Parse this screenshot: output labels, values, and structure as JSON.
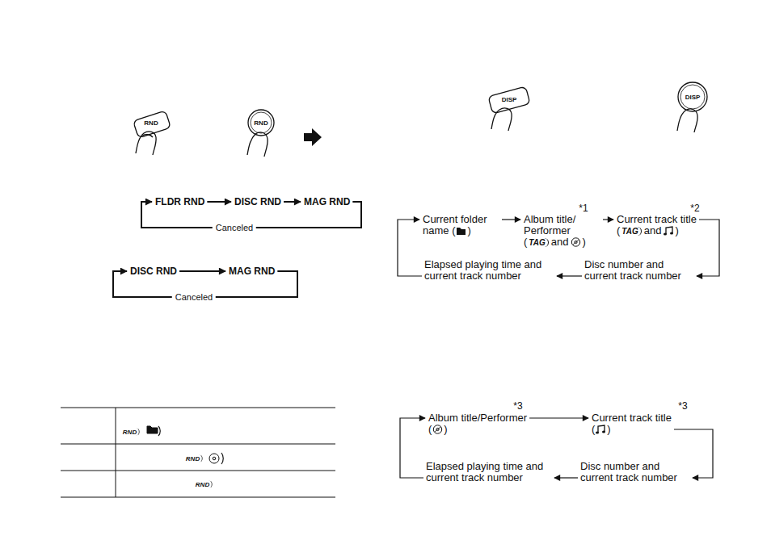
{
  "diagram": {
    "nodes": [
      {
        "text": [
          "FLDR RND"
        ]
      },
      {
        "text": [
          "DISC RND"
        ]
      },
      {
        "text": [
          "MAG RND"
        ]
      },
      {
        "text": [
          "DISC RND"
        ]
      },
      {
        "text": [
          "MAG RND"
        ]
      },
      {
        "text": [
          "Current folder name (",
          ")"
        ]
      },
      {
        "text": [
          "Album title/ Performer",
          "(",
          "TAG",
          "and",
          ")"
        ]
      },
      {
        "text": [
          "Current track title",
          "(",
          "TAG",
          "and",
          ")"
        ]
      },
      {
        "text": [
          "Disc number and current track number"
        ]
      },
      {
        "text": [
          "Elapsed playing time and current track number"
        ]
      },
      {
        "text": [
          "Album title/Performer",
          "(",
          ")"
        ]
      },
      {
        "text": [
          "Current track title",
          "(",
          ")"
        ]
      },
      {
        "text": [
          "Disc number and current track number"
        ]
      },
      {
        "text": [
          "Elapsed playing time and current track number"
        ]
      }
    ],
    "edges": [
      {
        "from": 0,
        "to": 1,
        "arrow": "to"
      },
      {
        "from": 1,
        "to": 2,
        "arrow": "to"
      },
      {
        "from": 2,
        "to": 0,
        "label": "Canceled",
        "arrow": "to"
      },
      {
        "from": 3,
        "to": 4,
        "arrow": "to"
      },
      {
        "from": 4,
        "to": 3,
        "label": "Canceled",
        "arrow": "to"
      },
      {
        "from": 5,
        "to": 6,
        "arrow": "to"
      },
      {
        "from": 6,
        "to": 7,
        "arrow": "to"
      },
      {
        "from": 7,
        "to": 8,
        "arrow": "to"
      },
      {
        "from": 8,
        "to": 9,
        "arrow": "to"
      },
      {
        "from": 9,
        "to": 5,
        "arrow": "to"
      },
      {
        "from": 10,
        "to": 11,
        "arrow": "to"
      },
      {
        "from": 11,
        "to": 12,
        "arrow": "to"
      },
      {
        "from": 12,
        "to": 13,
        "arrow": "to"
      },
      {
        "from": 13,
        "to": 10,
        "arrow": "to"
      }
    ],
    "labels": [
      "RND",
      "RND",
      "DISP",
      "DISP",
      "*1",
      "*2",
      "*3",
      "*3",
      "RND",
      "RND",
      "RND"
    ]
  }
}
